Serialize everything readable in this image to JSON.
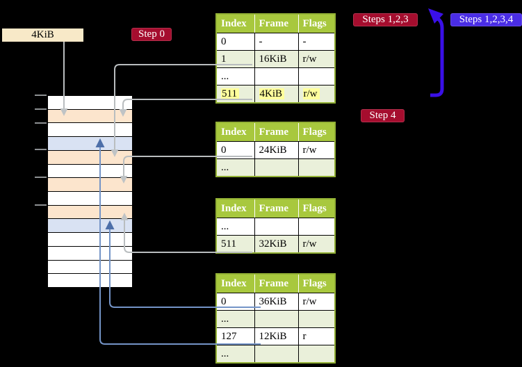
{
  "labels": {
    "memory_size": "4KiB",
    "step0": "Step 0",
    "steps123": "Steps 1,2,3",
    "steps1234": "Steps 1,2,3,4",
    "step4": "Step 4"
  },
  "tables": [
    {
      "headers": [
        "Index",
        "Frame",
        "Flags"
      ],
      "rows": [
        {
          "cells": [
            "0",
            "-",
            "-"
          ]
        },
        {
          "cells": [
            "1",
            "16KiB",
            "r/w"
          ]
        },
        {
          "cells": [
            "...",
            "",
            ""
          ]
        },
        {
          "cells": [
            "511",
            "4KiB",
            "r/w"
          ],
          "highlighted": true
        }
      ]
    },
    {
      "headers": [
        "Index",
        "Frame",
        "Flags"
      ],
      "rows": [
        {
          "cells": [
            "0",
            "24KiB",
            "r/w"
          ]
        },
        {
          "cells": [
            "...",
            "",
            ""
          ]
        }
      ]
    },
    {
      "headers": [
        "Index",
        "Frame",
        "Flags"
      ],
      "rows": [
        {
          "cells": [
            "...",
            "",
            ""
          ]
        },
        {
          "cells": [
            "511",
            "32KiB",
            "r/w"
          ]
        }
      ]
    },
    {
      "headers": [
        "Index",
        "Frame",
        "Flags"
      ],
      "rows": [
        {
          "cells": [
            "0",
            "36KiB",
            "r/w"
          ]
        },
        {
          "cells": [
            "...",
            "",
            ""
          ]
        },
        {
          "cells": [
            "127",
            "12KiB",
            "r"
          ]
        },
        {
          "cells": [
            "...",
            "",
            ""
          ]
        }
      ]
    }
  ],
  "memory": {
    "rows": [
      {
        "color": "white"
      },
      {
        "color": "orange"
      },
      {
        "color": "white"
      },
      {
        "color": "blue"
      },
      {
        "color": "orange"
      },
      {
        "color": "white"
      },
      {
        "color": "orange"
      },
      {
        "color": "white"
      },
      {
        "color": "orange"
      },
      {
        "color": "blue"
      },
      {
        "color": "white"
      },
      {
        "color": "white"
      },
      {
        "color": "white"
      },
      {
        "color": "white"
      }
    ]
  },
  "colors": {
    "table_header_green": "#a8c83e",
    "table_row_alt_green": "#eaf0da",
    "cell_highlight_yellow": "#ffff9c",
    "step_label_red": "#a50d2e",
    "steps_label_blue": "#4a2de6",
    "big_arrow_violet": "#3a10e8",
    "memory_frame_orange": "#fce5cd",
    "memory_frame_blue": "#d9e2f3",
    "memory_label_wheat": "#f8e9c8",
    "connector_gray": "#b9bdbf",
    "connector_blue": "#7494c7"
  }
}
